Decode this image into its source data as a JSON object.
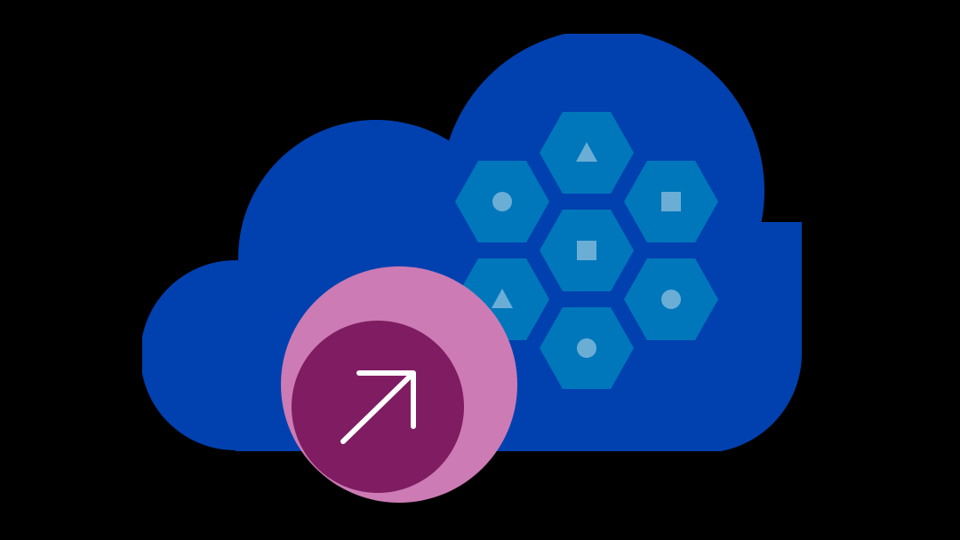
{
  "illustration": {
    "subject": "cloud-with-hexagon-grid-and-arrow-badge",
    "colors": {
      "background": "#000000",
      "cloud": "#0041AF",
      "hexagon": "#0077BB",
      "hexagon_symbol": "#6AAED6",
      "badge_outer": "#CC7BB4",
      "badge_inner": "#7F1C62",
      "arrow": "#FFFFFF"
    },
    "hexagons": [
      {
        "symbol": "triangle"
      },
      {
        "symbol": "circle"
      },
      {
        "symbol": "square"
      },
      {
        "symbol": "square"
      },
      {
        "symbol": "triangle"
      },
      {
        "symbol": "circle"
      },
      {
        "symbol": "circle"
      }
    ],
    "badge_icon": "arrow-up-right-icon"
  }
}
